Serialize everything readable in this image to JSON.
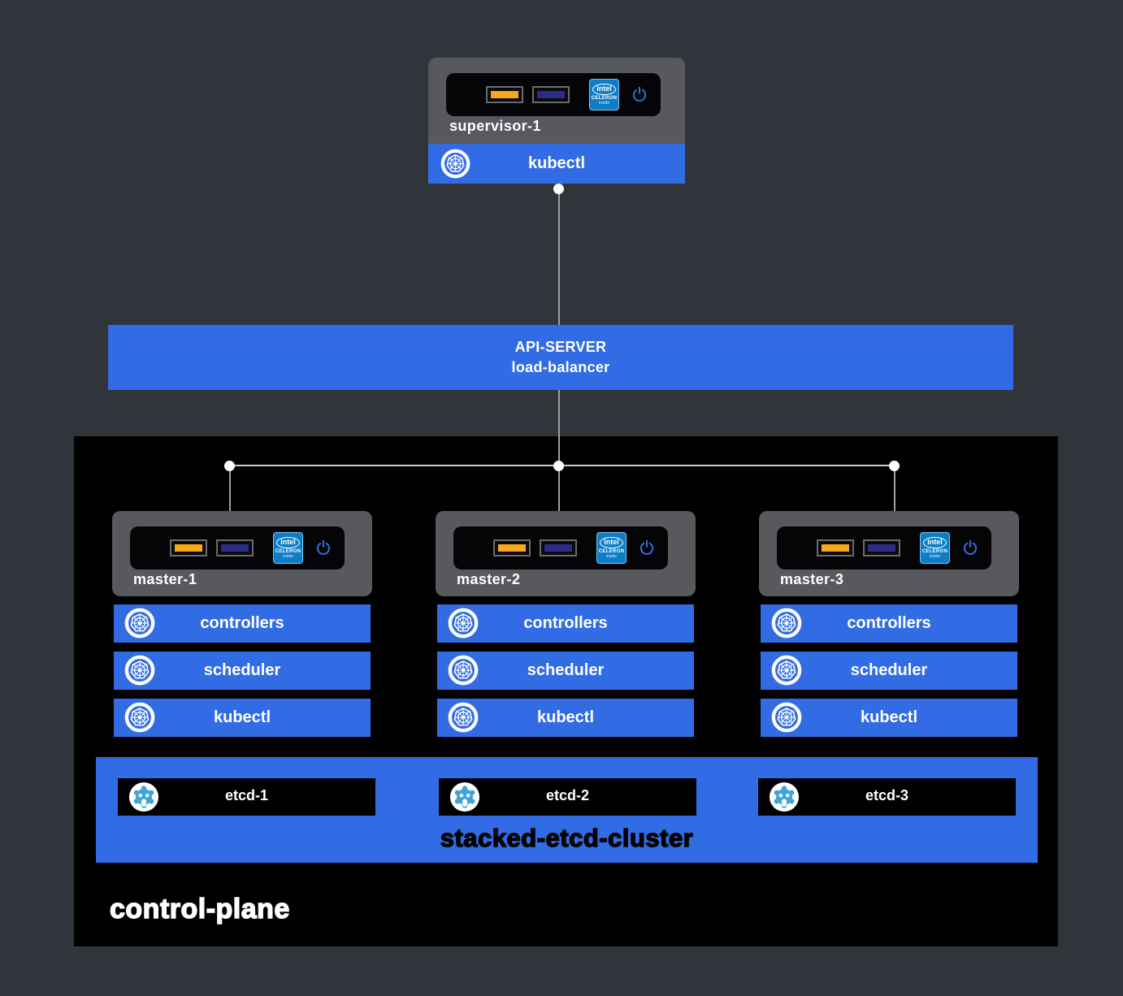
{
  "supervisor": {
    "name": "supervisor-1",
    "service": "kubectl"
  },
  "api_server": {
    "line1": "API-SERVER",
    "line2": "load-balancer"
  },
  "control_plane": {
    "label": "control-plane",
    "masters": [
      {
        "name": "master-1",
        "services": [
          "controllers",
          "scheduler",
          "kubectl"
        ]
      },
      {
        "name": "master-2",
        "services": [
          "controllers",
          "scheduler",
          "kubectl"
        ]
      },
      {
        "name": "master-3",
        "services": [
          "controllers",
          "scheduler",
          "kubectl"
        ]
      }
    ],
    "etcd_cluster": {
      "label": "stacked-etcd-cluster",
      "members": [
        "etcd-1",
        "etcd-2",
        "etcd-3"
      ]
    }
  },
  "hardware": {
    "cpu_badge": {
      "brand": "intel",
      "model": "CELERON",
      "sub": "inside"
    }
  },
  "colors": {
    "background": "#2f353b",
    "panel_black": "#000000",
    "card_gray": "#58595c",
    "kube_blue": "#326ce5",
    "line_gray": "#9aa0a4",
    "hline_gray": "#c7cacd",
    "dot_white": "#ffffff",
    "etcd_icon_blue": "#41a3dc",
    "port_orange": "#f7a81b",
    "port_navy": "#2b2b8a",
    "intel_badge_blue": "#0d7ec6",
    "power_blue": "#2f6fe0"
  }
}
